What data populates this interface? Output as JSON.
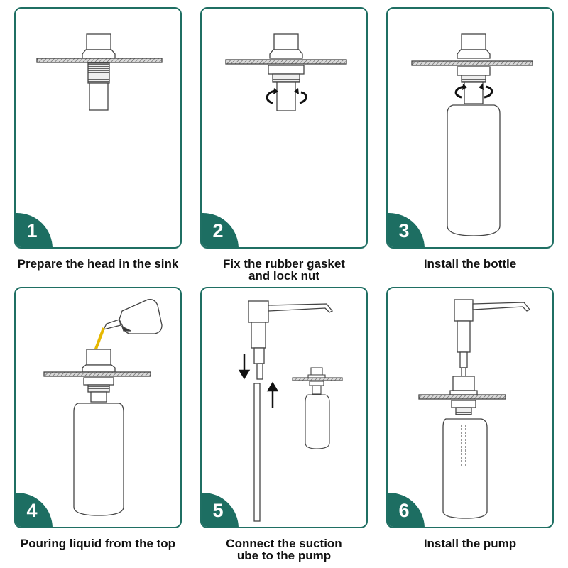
{
  "colors": {
    "frame": "#1f6f63",
    "badge": "#1d6e62",
    "liquid": "#e6b800"
  },
  "steps": [
    {
      "number": "1",
      "caption_line1": "Prepare the head in the sink",
      "caption_line2": ""
    },
    {
      "number": "2",
      "caption_line1": "Fix the rubber gasket",
      "caption_line2": "and lock nut"
    },
    {
      "number": "3",
      "caption_line1": "Install the bottle",
      "caption_line2": ""
    },
    {
      "number": "4",
      "caption_line1": "Pouring liquid from the top",
      "caption_line2": ""
    },
    {
      "number": "5",
      "caption_line1": "Connect the suction",
      "caption_line2": "ube to the pump"
    },
    {
      "number": "6",
      "caption_line1": "Install the pump",
      "caption_line2": ""
    }
  ]
}
